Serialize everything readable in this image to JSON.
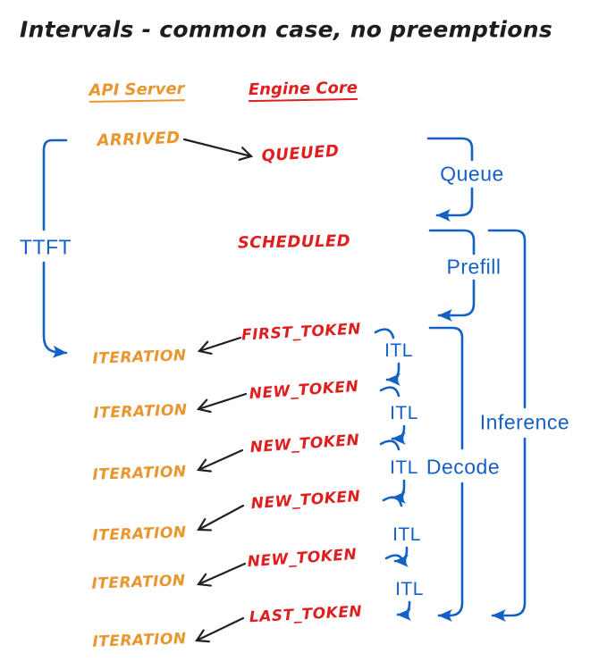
{
  "title": "Intervals - common case, no preemptions",
  "columns": {
    "api_server": "API Server",
    "engine_core": "Engine Core"
  },
  "events": {
    "arrived": "ARRIVED",
    "queued": "QUEUED",
    "scheduled": "SCHEDULED",
    "first_token": "FIRST_TOKEN",
    "new_token": "NEW_TOKEN",
    "last_token": "LAST_TOKEN",
    "iteration": "ITERATION"
  },
  "intervals": {
    "ttft": "TTFT",
    "queue": "Queue",
    "prefill": "Prefill",
    "itl": "ITL",
    "decode": "Decode",
    "inference": "Inference"
  },
  "colors": {
    "api_server_orange": "#E8962D",
    "engine_core_red": "#DF1F1F",
    "interval_blue": "#1461C6",
    "arrow_black": "#212121"
  }
}
